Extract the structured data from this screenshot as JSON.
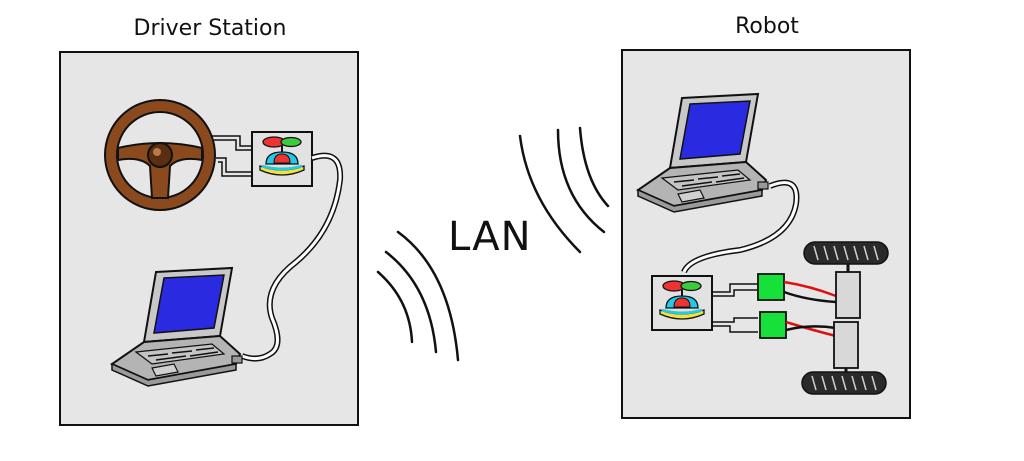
{
  "driver_station": {
    "title": "Driver Station"
  },
  "robot": {
    "title": "Robot"
  },
  "network": {
    "label": "LAN"
  },
  "colors": {
    "panel_fill": "#e6e6e6",
    "screen": "#2a2ae0",
    "laptop_body": "#b4b4b4",
    "wheel": "#8a4a1e",
    "controller": "#18e03a",
    "motor": "#d8d8d8",
    "tire": "#2a2a2a"
  }
}
